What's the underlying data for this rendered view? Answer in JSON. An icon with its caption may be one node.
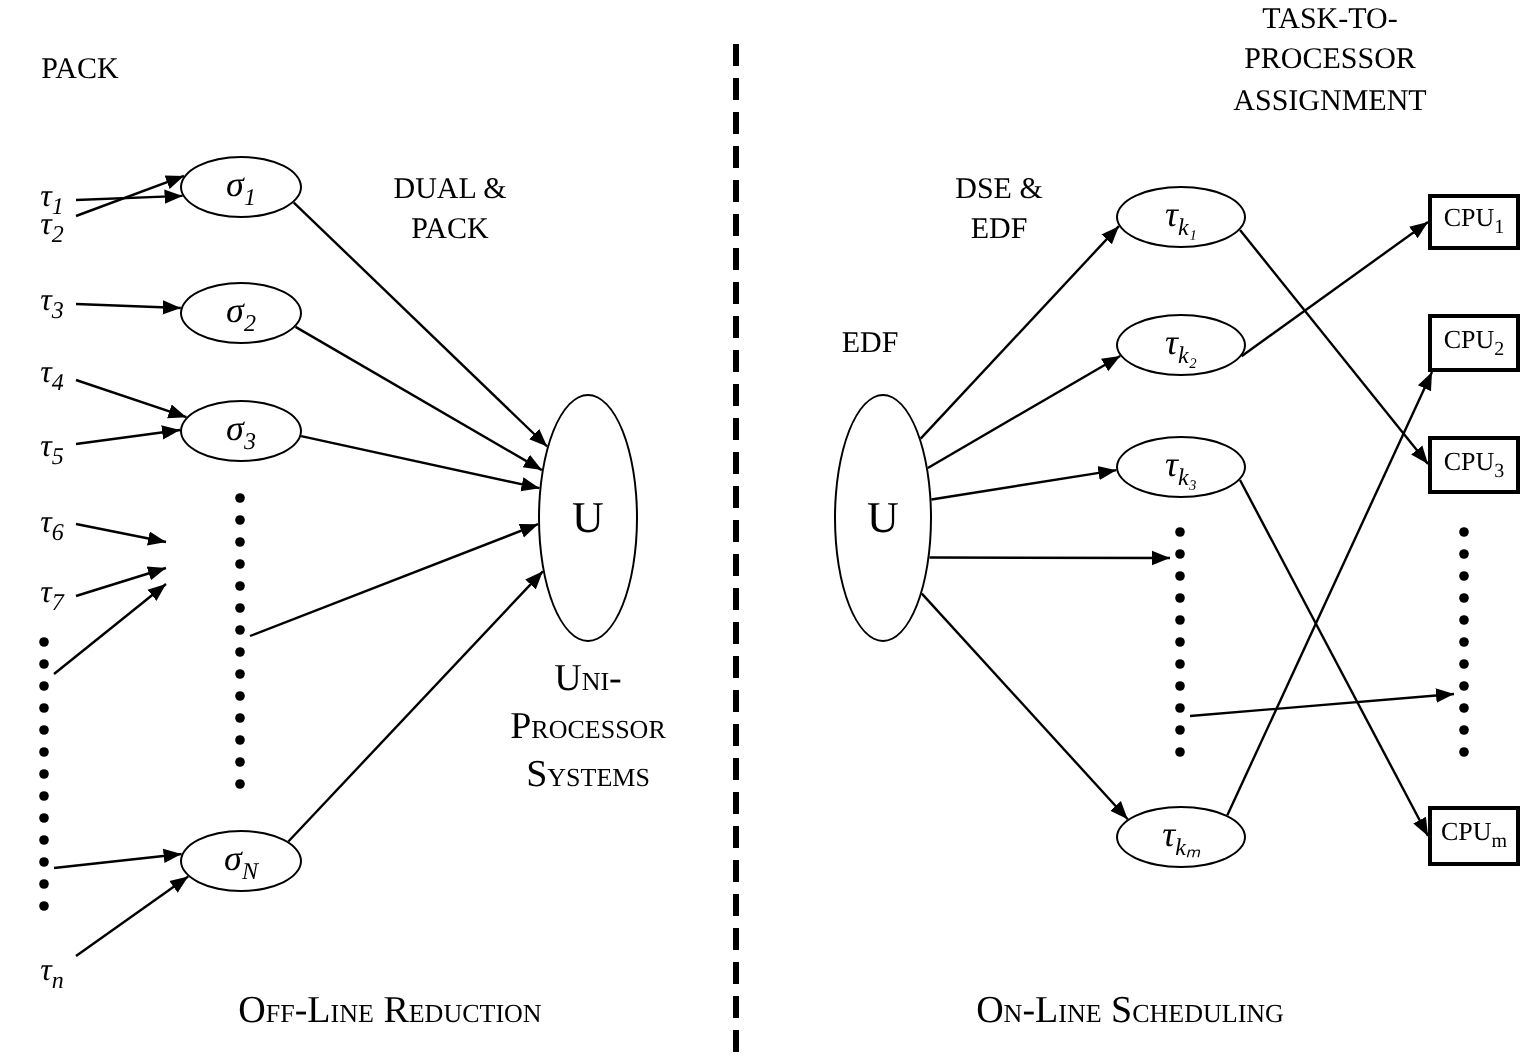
{
  "diagram": {
    "nodes": [
      {
        "text": [
          "τ$_{1}$"
        ]
      },
      {
        "text": [
          "τ$_{2}$"
        ]
      },
      {
        "text": [
          "τ$_{3}$"
        ]
      },
      {
        "text": [
          "τ$_{4}$"
        ]
      },
      {
        "text": [
          "τ$_{5}$"
        ]
      },
      {
        "text": [
          "τ$_{6}$"
        ]
      },
      {
        "text": [
          "τ$_{7}$"
        ]
      },
      {
        "text": [
          "τ$_{n}$"
        ]
      },
      {
        "text": [
          "σ$_{1}$"
        ]
      },
      {
        "text": [
          "σ$_{2}$"
        ]
      },
      {
        "text": [
          "σ$_{3}$"
        ]
      },
      {
        "text": [
          "σ$_{N}$"
        ]
      },
      {
        "text": [
          "U"
        ],
        "beside": [
          "Uni- Processor Systems"
        ]
      },
      {
        "text": [
          "U"
        ],
        "beside": [
          "EDF"
        ]
      },
      {
        "text": [
          "τ$_{k₁}$"
        ]
      },
      {
        "text": [
          "τ$_{k₂}$"
        ]
      },
      {
        "text": [
          "τ$_{k₃}$"
        ]
      },
      {
        "text": [
          "τ$_{kₘ}$"
        ]
      },
      {
        "text": [
          "CPU$_{1}$"
        ]
      },
      {
        "text": [
          "CPU$_{2}$"
        ]
      },
      {
        "text": [
          "CPU$_{3}$"
        ]
      },
      {
        "text": [
          "CPU$_{m}$"
        ]
      },
      {
        "text": [],
        "shape": "dots"
      },
      {
        "text": [],
        "shape": "dots"
      },
      {
        "text": [],
        "shape": "dots"
      },
      {
        "text": [],
        "shape": "dots"
      }
    ],
    "edges": [
      {
        "from": 0,
        "to": 8,
        "arrow": "to"
      },
      {
        "from": 1,
        "to": 8,
        "arrow": "to"
      },
      {
        "from": 2,
        "to": 9,
        "arrow": "to"
      },
      {
        "from": 3,
        "to": 10,
        "arrow": "to"
      },
      {
        "from": 4,
        "to": 10,
        "arrow": "to"
      },
      {
        "from": 5,
        "to": null,
        "arrow": "to"
      },
      {
        "from": 6,
        "to": null,
        "arrow": "to"
      },
      {
        "from": 22,
        "to": null,
        "arrow": "to"
      },
      {
        "from": 22,
        "to": 11,
        "arrow": "to"
      },
      {
        "from": 7,
        "to": 11,
        "arrow": "to"
      },
      {
        "from": 8,
        "to": 12,
        "arrow": "to"
      },
      {
        "from": 9,
        "to": 12,
        "arrow": "to"
      },
      {
        "from": 10,
        "to": 12,
        "arrow": "to"
      },
      {
        "from": 23,
        "to": 12,
        "arrow": "to"
      },
      {
        "from": 11,
        "to": 12,
        "arrow": "to"
      },
      {
        "from": 13,
        "to": 14,
        "arrow": "to"
      },
      {
        "from": 13,
        "to": 15,
        "arrow": "to"
      },
      {
        "from": 13,
        "to": 16,
        "arrow": "to"
      },
      {
        "from": 13,
        "to": 24,
        "arrow": "to"
      },
      {
        "from": 13,
        "to": 17,
        "arrow": "to"
      },
      {
        "from": 14,
        "to": 20,
        "arrow": "to"
      },
      {
        "from": 15,
        "to": 18,
        "arrow": "to"
      },
      {
        "from": 16,
        "to": 21,
        "arrow": "to"
      },
      {
        "from": 17,
        "to": 19,
        "arrow": "to"
      },
      {
        "from": 24,
        "to": 25,
        "arrow": "to"
      }
    ],
    "labels": [
      "PACK",
      "DUAL & PACK",
      "Off-Line Reduction",
      "DSE & EDF",
      "TASK-TO- PROCESSOR ASSIGNMENT",
      "On-Line Scheduling"
    ]
  }
}
